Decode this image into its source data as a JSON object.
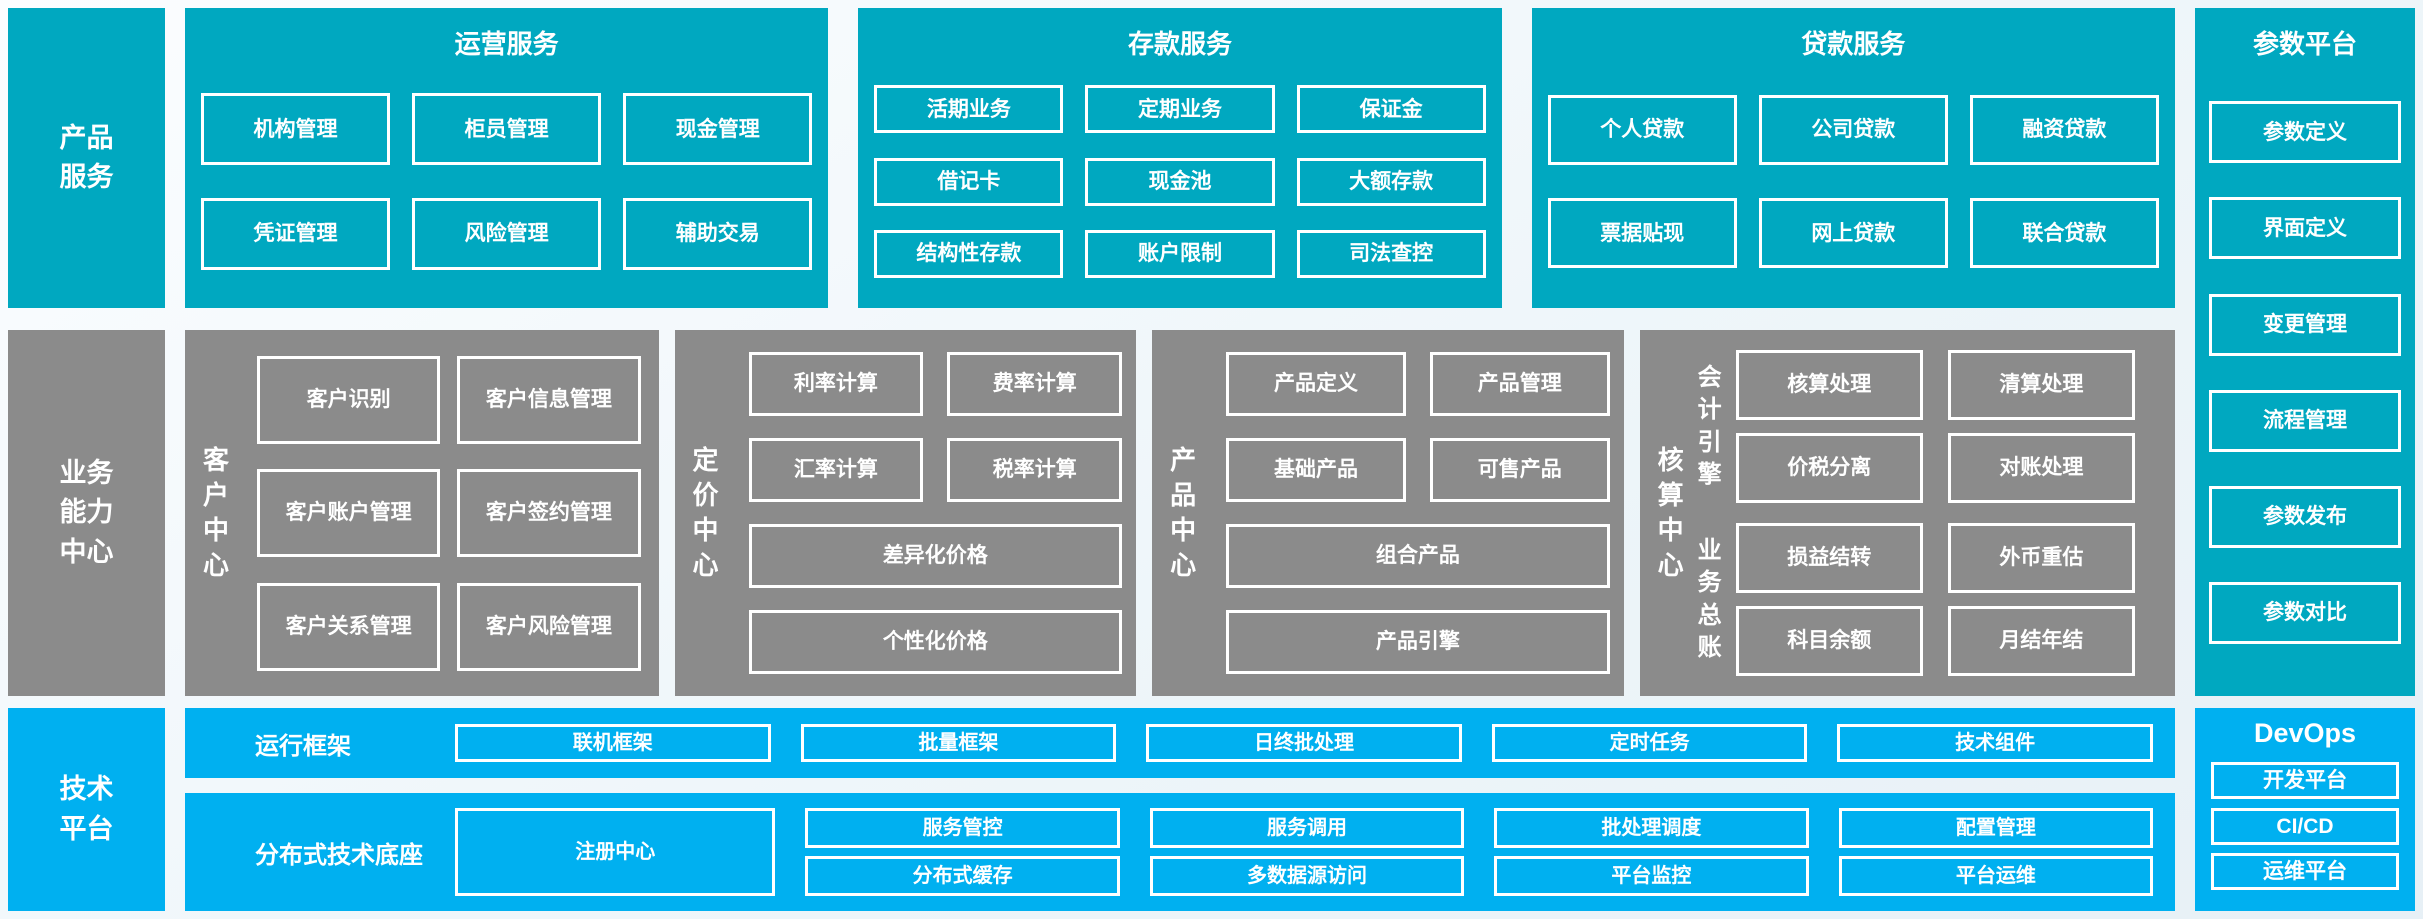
{
  "left_labels": {
    "product_services": "产品服务",
    "business_capability": "业务能力中心",
    "tech_platform": "技术平台"
  },
  "top_row": {
    "operation": {
      "title": "运营服务",
      "boxes": [
        "机构管理",
        "柜员管理",
        "现金管理",
        "凭证管理",
        "风险管理",
        "辅助交易"
      ]
    },
    "deposit": {
      "title": "存款服务",
      "boxes": [
        "活期业务",
        "定期业务",
        "保证金",
        "借记卡",
        "现金池",
        "大额存款",
        "结构性存款",
        "账户限制",
        "司法查控"
      ]
    },
    "loan": {
      "title": "贷款服务",
      "boxes": [
        "个人贷款",
        "公司贷款",
        "融资贷款",
        "票据贴现",
        "网上贷款",
        "联合贷款"
      ]
    }
  },
  "middle_row": {
    "customer_center": {
      "label": "客户中心",
      "boxes": [
        "客户识别",
        "客户信息管理",
        "客户账户管理",
        "客户签约管理",
        "客户关系管理",
        "客户风险管理"
      ]
    },
    "pricing_center": {
      "label": "定价中心",
      "boxes": [
        "利率计算",
        "费率计算",
        "汇率计算",
        "税率计算"
      ],
      "wide_boxes": [
        "差异化价格",
        "个性化价格"
      ]
    },
    "product_center": {
      "label": "产品中心",
      "boxes": [
        "产品定义",
        "产品管理",
        "基础产品",
        "可售产品"
      ],
      "wide_boxes": [
        "组合产品",
        "产品引擎"
      ]
    },
    "accounting_center": {
      "label": "核算中心",
      "groups": [
        {
          "label": "会计引擎",
          "boxes": [
            "核算处理",
            "清算处理",
            "价税分离",
            "对账处理"
          ]
        },
        {
          "label": "业务总账",
          "boxes": [
            "损益结转",
            "外币重估",
            "科目余额",
            "月结年结"
          ]
        }
      ]
    }
  },
  "bottom_row": {
    "runtime": {
      "label": "运行框架",
      "boxes": [
        "联机框架",
        "批量框架",
        "日终批处理",
        "定时任务",
        "技术组件"
      ]
    },
    "distributed": {
      "label": "分布式技术底座",
      "registry_box": "注册中心",
      "boxes_top": [
        "服务管控",
        "服务调用",
        "批处理调度",
        "配置管理"
      ],
      "boxes_bottom": [
        "分布式缓存",
        "多数据源访问",
        "平台监控",
        "平台运维"
      ]
    }
  },
  "right_column": {
    "param_platform": {
      "title": "参数平台",
      "boxes": [
        "参数定义",
        "界面定义",
        "变更管理",
        "流程管理",
        "参数发布",
        "参数对比"
      ]
    },
    "devops": {
      "title": "DevOps",
      "boxes": [
        "开发平台",
        "CI/CD",
        "运维平台"
      ]
    }
  },
  "colors": {
    "teal": "#00A8C0",
    "blue": "#00B0F0",
    "gray": "#8B8B8B",
    "box_border": "#FFFFFF",
    "text": "#FFFFFF"
  }
}
